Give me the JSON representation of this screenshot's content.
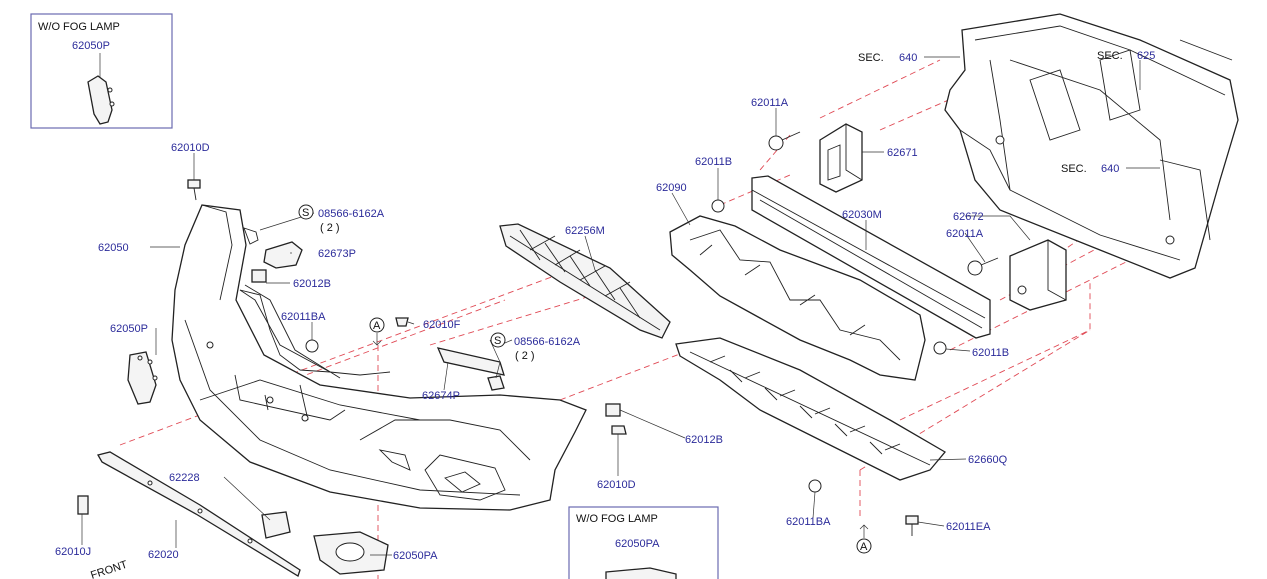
{
  "inset_top": {
    "title": "W/O   FOG   LAMP",
    "part": "62050P"
  },
  "inset_bottom": {
    "title": "W/O   FOG   LAMP",
    "part": "62050PA"
  },
  "labels": {
    "p62010D_top": "62010D",
    "p62050": "62050",
    "p08566_a": "08566-6162A",
    "qty_a": "( 2 )",
    "p62673P": "62673P",
    "p62012B_a": "62012B",
    "p62011BA_a": "62011BA",
    "p62050P": "62050P",
    "p62010F": "62010F",
    "p08566_b": "08566-6162A",
    "qty_b": "( 2 )",
    "p62674P": "62674P",
    "p62256M": "62256M",
    "p62012B_b": "62012B",
    "p62010D_b": "62010D",
    "p62228": "62228",
    "p62010J": "62010J",
    "p62020": "62020",
    "p62050PA": "62050PA",
    "p62011A_a": "62011A",
    "p62671": "62671",
    "p62011B_a": "62011B",
    "p62090": "62090",
    "p62030M": "62030M",
    "p62672": "62672",
    "p62011A_b": "62011A",
    "p62011B_b": "62011B",
    "p62660Q": "62660Q",
    "p62011BA_b": "62011BA",
    "p62011EA": "62011EA",
    "sec640_a": "SEC.",
    "sec640_a_num": "640",
    "sec625": "SEC.",
    "sec625_num": "625",
    "sec640_b": "SEC.",
    "sec640_b_num": "640",
    "front": "FRONT",
    "ref_a1": "A",
    "ref_a2": "A",
    "s1": "S",
    "s2": "S"
  },
  "colors": {
    "label": "#2b2b9a",
    "dash": "#e04a55",
    "inset_border": "#6a6ab0"
  }
}
